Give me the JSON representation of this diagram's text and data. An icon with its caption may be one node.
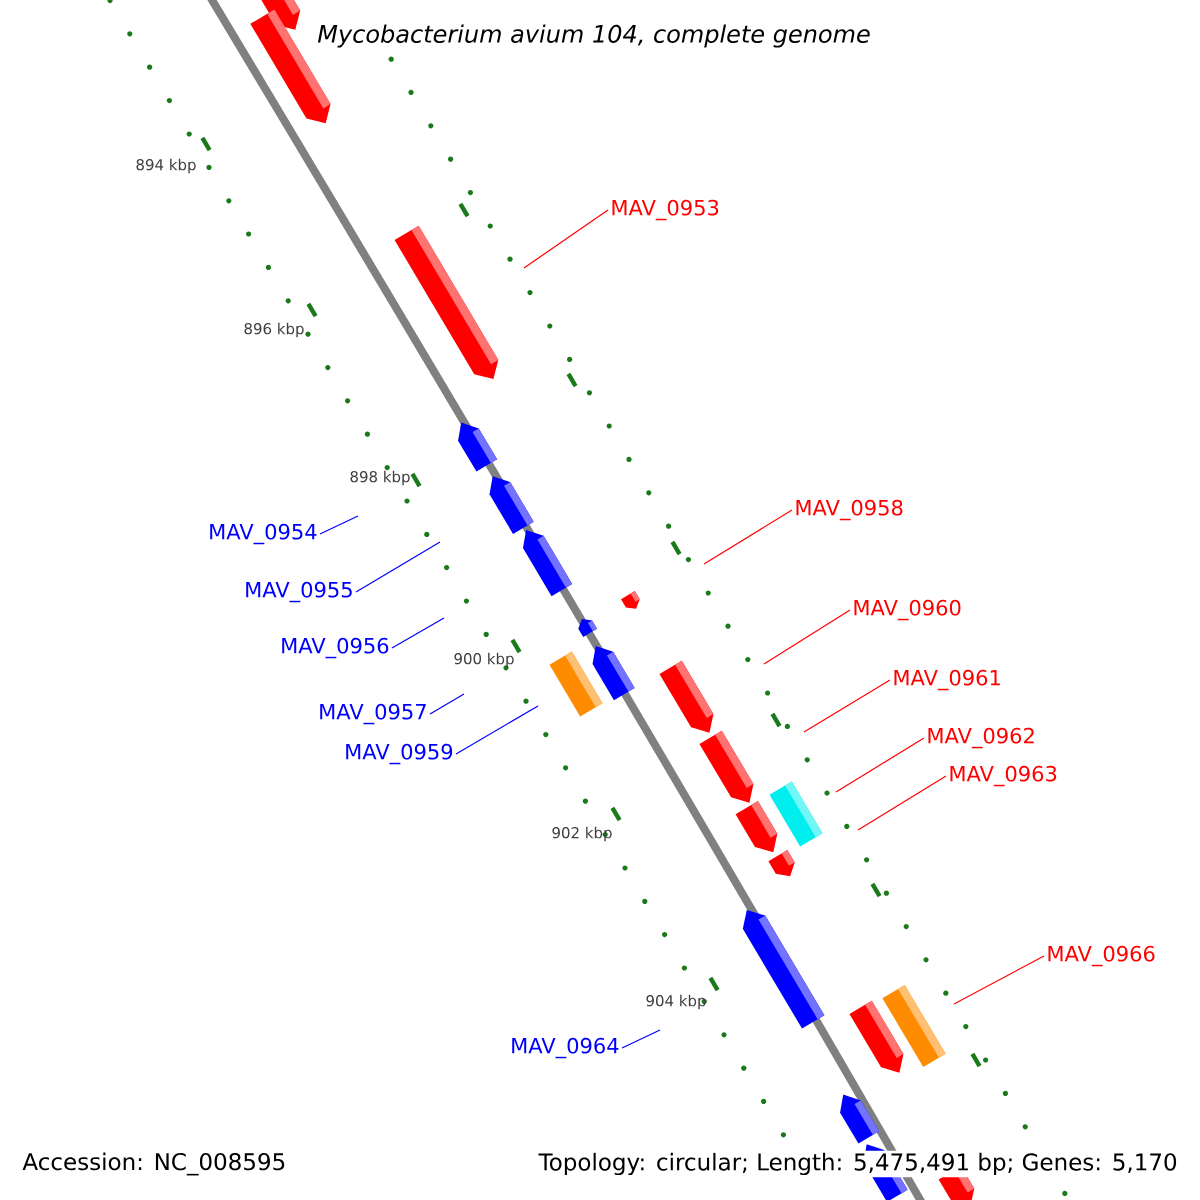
{
  "diagram": {
    "title": "Mycobacterium avium 104, complete genome",
    "nodes": [
      {
        "text": [
          "MAV_0953"
        ]
      },
      {
        "text": [
          "MAV_0954"
        ]
      },
      {
        "text": [
          "MAV_0955"
        ]
      },
      {
        "text": [
          "MAV_0956"
        ]
      },
      {
        "text": [
          "MAV_0957"
        ]
      },
      {
        "text": [
          "MAV_0959"
        ]
      },
      {
        "text": [
          "MAV_0958"
        ]
      },
      {
        "text": [
          "MAV_0960"
        ]
      },
      {
        "text": [
          "MAV_0961"
        ]
      },
      {
        "text": [
          "MAV_0962"
        ]
      },
      {
        "text": [
          "MAV_0963"
        ]
      },
      {
        "text": [
          "MAV_0964"
        ]
      },
      {
        "text": [
          "MAV_0966"
        ]
      }
    ],
    "edges": [
      {
        "from": 0,
        "to": null,
        "arrow": "none"
      },
      {
        "from": 1,
        "to": null,
        "arrow": "none",
        "color": "#0000ff"
      },
      {
        "from": 2,
        "to": null,
        "arrow": "none",
        "color": "#0000ff"
      },
      {
        "from": 3,
        "to": null,
        "arrow": "none",
        "color": "#0000ff"
      },
      {
        "from": 4,
        "to": null,
        "arrow": "none",
        "color": "#0000ff"
      },
      {
        "from": 5,
        "to": null,
        "arrow": "none",
        "color": "#0000ff"
      },
      {
        "from": 6,
        "to": null,
        "arrow": "none"
      },
      {
        "from": 7,
        "to": null,
        "arrow": "none"
      },
      {
        "from": 8,
        "to": null,
        "arrow": "none"
      },
      {
        "from": 9,
        "to": null,
        "arrow": "none"
      },
      {
        "from": 10,
        "to": null,
        "arrow": "none"
      },
      {
        "from": 11,
        "to": null,
        "arrow": "none",
        "color": "#0000ff"
      },
      {
        "from": 12,
        "to": null,
        "arrow": "none"
      }
    ],
    "labels": [
      "894 kbp",
      "896 kbp",
      "898 kbp",
      "900 kbp",
      "902 kbp",
      "904 kbp",
      "Accession: NC_008595",
      "Topology: circular; Length: 5,475,491 bp; Genes: 5,170"
    ]
  }
}
